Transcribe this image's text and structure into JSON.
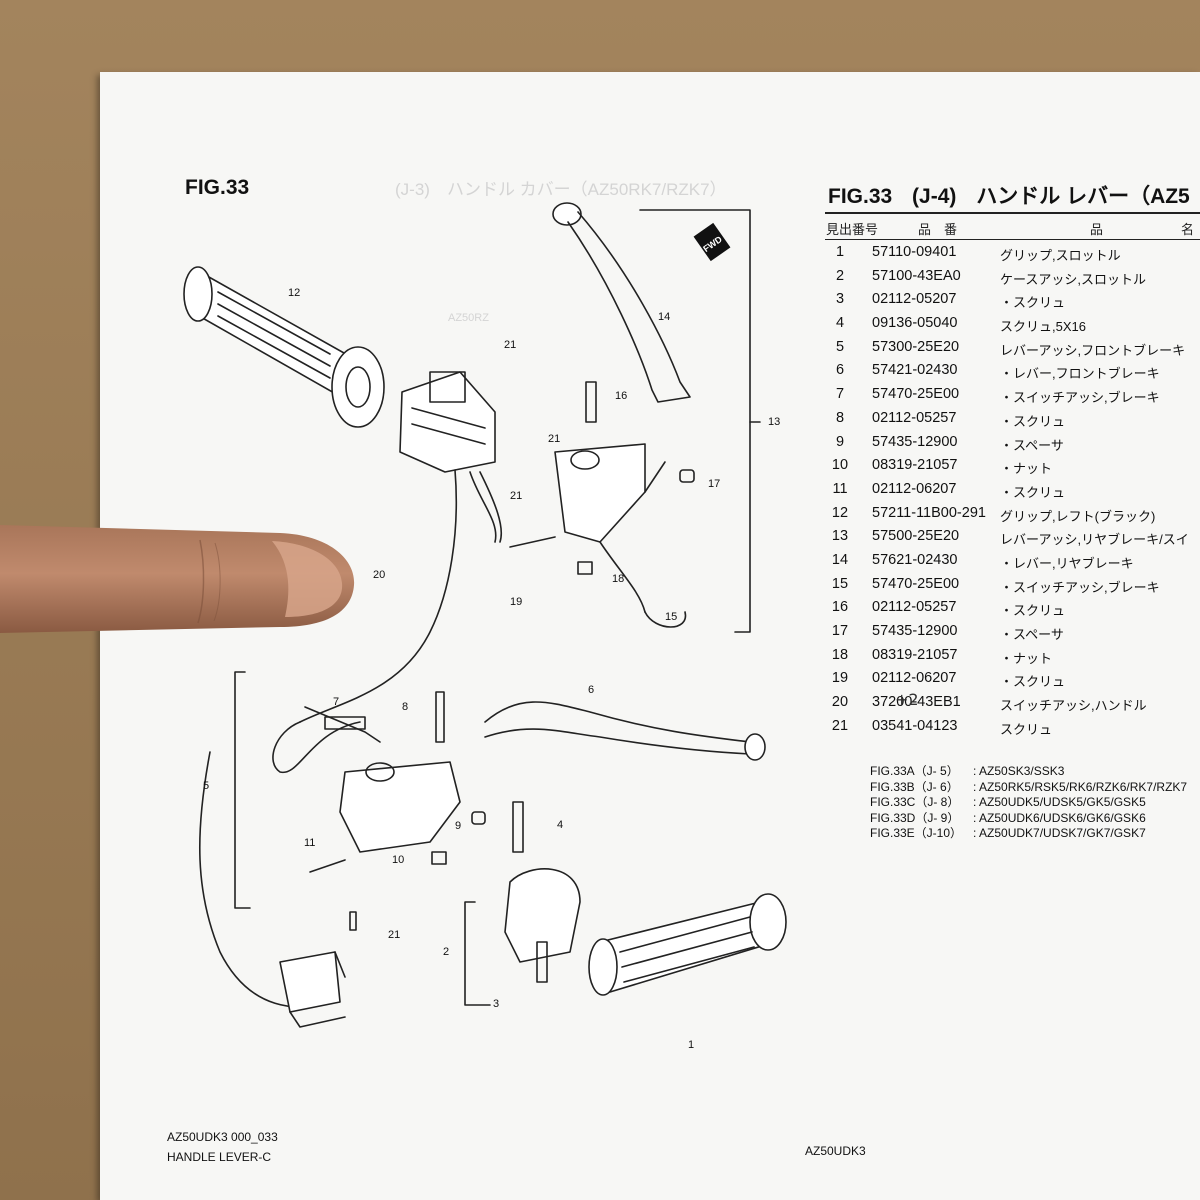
{
  "figure_left": "FIG.33",
  "figure_title": {
    "fig": "FIG.33",
    "code": "(J-4)",
    "title": "ハンドル レバー（AZ5"
  },
  "columns": {
    "ref": "見出番号",
    "part": "品　番",
    "name": "品　　　　　　名"
  },
  "parts": [
    {
      "no": "1",
      "part": "57110-09401",
      "name": "グリップ,スロットル"
    },
    {
      "no": "2",
      "part": "57100-43EA0",
      "name": "ケースアッシ,スロットル"
    },
    {
      "no": "3",
      "part": "02112-05207",
      "name": "・スクリュ"
    },
    {
      "no": "4",
      "part": "09136-05040",
      "name": "スクリュ,5X16"
    },
    {
      "no": "5",
      "part": "57300-25E20",
      "name": "レバーアッシ,フロントブレーキ"
    },
    {
      "no": "6",
      "part": "57421-02430",
      "name": "・レバー,フロントブレーキ"
    },
    {
      "no": "7",
      "part": "57470-25E00",
      "name": "・スイッチアッシ,ブレーキ"
    },
    {
      "no": "8",
      "part": "02112-05257",
      "name": "・スクリュ"
    },
    {
      "no": "9",
      "part": "57435-12900",
      "name": "・スペーサ"
    },
    {
      "no": "10",
      "part": "08319-21057",
      "name": "・ナット"
    },
    {
      "no": "11",
      "part": "02112-06207",
      "name": "・スクリュ"
    },
    {
      "no": "12",
      "part": "57211-11B00-291",
      "name": "グリップ,レフト(ブラック)"
    },
    {
      "no": "13",
      "part": "57500-25E20",
      "name": "レバーアッシ,リヤブレーキ/スイ"
    },
    {
      "no": "14",
      "part": "57621-02430",
      "name": "・レバー,リヤブレーキ"
    },
    {
      "no": "15",
      "part": "57470-25E00",
      "name": "・スイッチアッシ,ブレーキ"
    },
    {
      "no": "16",
      "part": "02112-05257",
      "name": "・スクリュ"
    },
    {
      "no": "17",
      "part": "57435-12900",
      "name": "・スペーサ"
    },
    {
      "no": "18",
      "part": "08319-21057",
      "name": "・ナット"
    },
    {
      "no": "19",
      "part": "02112-06207",
      "name": "・スクリュ"
    },
    {
      "no": "20",
      "part": "37200-43EB1",
      "name": "スイッチアッシ,ハンドル"
    },
    {
      "no": "21",
      "part": "03541-04123",
      "name": "スクリュ"
    }
  ],
  "handwritten_note": "+2",
  "variants": [
    {
      "code": "FIG.33A（J- 5）",
      "models": ": AZ50SK3/SSK3"
    },
    {
      "code": "FIG.33B（J- 6）",
      "models": ": AZ50RK5/RSK5/RK6/RZK6/RK7/RZK7"
    },
    {
      "code": "FIG.33C（J- 8）",
      "models": ": AZ50UDK5/UDSK5/GK5/GSK5"
    },
    {
      "code": "FIG.33D（J- 9）",
      "models": ": AZ50UDK6/UDSK6/GK6/GSK6"
    },
    {
      "code": "FIG.33E（J-10）",
      "models": ": AZ50UDK7/UDSK7/GK7/GSK7"
    }
  ],
  "footer": {
    "left_line1": "AZ50UDK3 000_033",
    "left_line2": "HANDLE LEVER-C",
    "center": "AZ50UDK3"
  },
  "diagram_callouts": [
    "1",
    "2",
    "3",
    "4",
    "5",
    "6",
    "7",
    "8",
    "9",
    "10",
    "11",
    "12",
    "13",
    "14",
    "15",
    "16",
    "17",
    "18",
    "19",
    "20",
    "21",
    "21",
    "21",
    "21"
  ],
  "fwd_label": "FWD",
  "bleed_through": {
    "line1": "(J-3)　ハンドル カバー（AZ50RK7/RZK7）",
    "line2": "AZ50RZ"
  }
}
